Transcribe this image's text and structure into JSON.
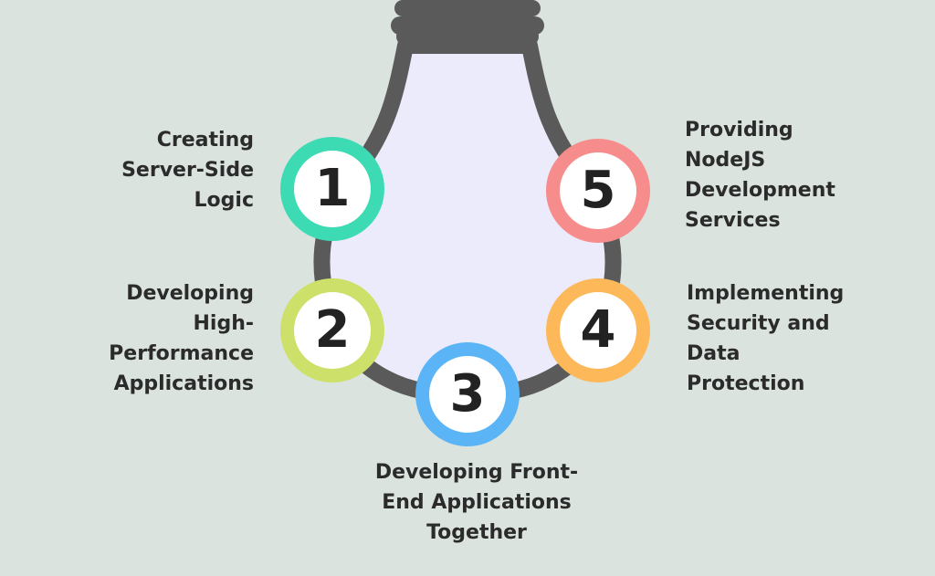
{
  "colors": {
    "background": "#dbe3de",
    "bulb_outline": "#5a5a5a",
    "bulb_fill": "#ecebfb",
    "step1": "#3ddbb3",
    "step2": "#cde06a",
    "step3": "#5ab4f5",
    "step4": "#fdb85a",
    "step5": "#f78c8c"
  },
  "steps": [
    {
      "number": "1",
      "lines": [
        "Creating",
        "Server-Side",
        "Logic"
      ],
      "color": "#3ddbb3"
    },
    {
      "number": "2",
      "lines": [
        "Developing",
        "High-",
        "Performance",
        "Applications"
      ],
      "color": "#cde06a"
    },
    {
      "number": "3",
      "lines": [
        "Developing Front-",
        "End Applications",
        "Together"
      ],
      "color": "#5ab4f5"
    },
    {
      "number": "4",
      "lines": [
        "Implementing",
        "Security and",
        "Data",
        "Protection"
      ],
      "color": "#fdb85a"
    },
    {
      "number": "5",
      "lines": [
        "Providing",
        "NodeJS",
        "Development",
        "Services"
      ],
      "color": "#f78c8c"
    }
  ],
  "icons": {
    "bulb": "light-bulb-icon"
  }
}
